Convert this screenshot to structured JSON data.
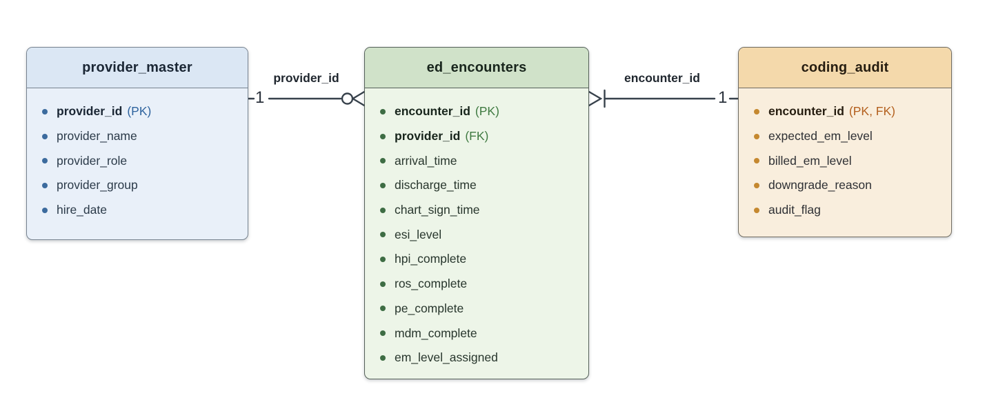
{
  "diagram": {
    "tables": [
      {
        "id": "provider-master",
        "title": "provider_master",
        "theme": {
          "header_bg": "#dbe7f4",
          "body_bg": "#e9f0f9",
          "border": "#76828f",
          "bullet": "#3c6b9e",
          "key": "#2e639e",
          "title": "#1b2735",
          "text": "#2b3a49"
        },
        "fields": [
          {
            "name": "provider_id",
            "key": "(PK)",
            "bold": true
          },
          {
            "name": "provider_name",
            "key": "",
            "bold": false
          },
          {
            "name": "provider_role",
            "key": "",
            "bold": false
          },
          {
            "name": "provider_group",
            "key": "",
            "bold": false
          },
          {
            "name": "hire_date",
            "key": "",
            "bold": false
          }
        ]
      },
      {
        "id": "ed-encounters",
        "title": "ed_encounters",
        "theme": {
          "header_bg": "#d0e2c9",
          "body_bg": "#edf5e8",
          "border": "#535f58",
          "bullet": "#3e6d44",
          "key": "#3f7a41",
          "title": "#18251c",
          "text": "#28362d"
        },
        "fields": [
          {
            "name": "encounter_id",
            "key": "(PK)",
            "bold": true
          },
          {
            "name": "provider_id",
            "key": "(FK)",
            "bold": true
          },
          {
            "name": "arrival_time",
            "key": "",
            "bold": false
          },
          {
            "name": "discharge_time",
            "key": "",
            "bold": false
          },
          {
            "name": "chart_sign_time",
            "key": "",
            "bold": false
          },
          {
            "name": "esi_level",
            "key": "",
            "bold": false
          },
          {
            "name": "hpi_complete",
            "key": "",
            "bold": false
          },
          {
            "name": "ros_complete",
            "key": "",
            "bold": false
          },
          {
            "name": "pe_complete",
            "key": "",
            "bold": false
          },
          {
            "name": "mdm_complete",
            "key": "",
            "bold": false
          },
          {
            "name": "em_level_assigned",
            "key": "",
            "bold": false
          }
        ]
      },
      {
        "id": "coding-audit",
        "title": "coding_audit",
        "theme": {
          "header_bg": "#f4d9ab",
          "body_bg": "#f9eedd",
          "border": "#6e6a60",
          "bullet": "#c5882f",
          "key": "#b35f1d",
          "title": "#261d10",
          "text": "#2e3034"
        },
        "fields": [
          {
            "name": "encounter_id",
            "key": "(PK, FK)",
            "bold": true
          },
          {
            "name": "expected_em_level",
            "key": "",
            "bold": false
          },
          {
            "name": "billed_em_level",
            "key": "",
            "bold": false
          },
          {
            "name": "downgrade_reason",
            "key": "",
            "bold": false
          },
          {
            "name": "audit_flag",
            "key": "",
            "bold": false
          }
        ]
      }
    ],
    "relationships": [
      {
        "label": "provider_id",
        "left_cardinality_text": "1",
        "left_symbol": "one",
        "right_symbol": "zero-or-many-crow-foot"
      },
      {
        "label": "encounter_id",
        "right_cardinality_text": "1",
        "left_symbol": "one-or-many-crow-foot",
        "right_symbol": "one"
      }
    ]
  }
}
